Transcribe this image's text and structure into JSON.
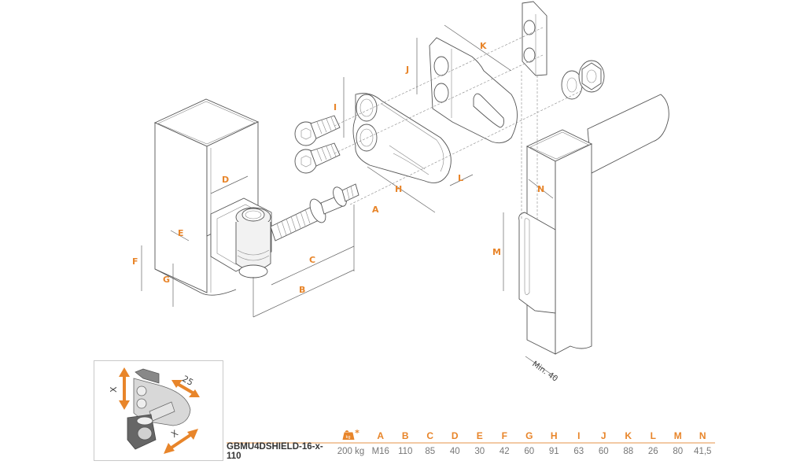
{
  "diagram": {
    "title": "Gate hinge exploded assembly drawing",
    "dimension_labels": [
      "A",
      "B",
      "C",
      "D",
      "E",
      "F",
      "G",
      "H",
      "I",
      "J",
      "K",
      "L",
      "M",
      "N"
    ],
    "note_min": "Min. 40",
    "accent_color": "#e8852a"
  },
  "inset": {
    "adjust_x_label": "X",
    "adjust_25_label": "25",
    "adjust_x2_label": "X"
  },
  "table": {
    "weight_icon": "weight-kg-icon",
    "weight_icon_text": "kg",
    "weight_asterisk": "*",
    "headers": [
      "A",
      "B",
      "C",
      "D",
      "E",
      "F",
      "G",
      "H",
      "I",
      "J",
      "K",
      "L",
      "M",
      "N"
    ],
    "rows": [
      {
        "model": "GBMU4DSHIELD-16-x-110",
        "weight": "200 kg",
        "values": [
          "M16",
          "110",
          "85",
          "40",
          "30",
          "42",
          "60",
          "91",
          "63",
          "60",
          "88",
          "26",
          "80",
          "41,5"
        ]
      }
    ]
  }
}
